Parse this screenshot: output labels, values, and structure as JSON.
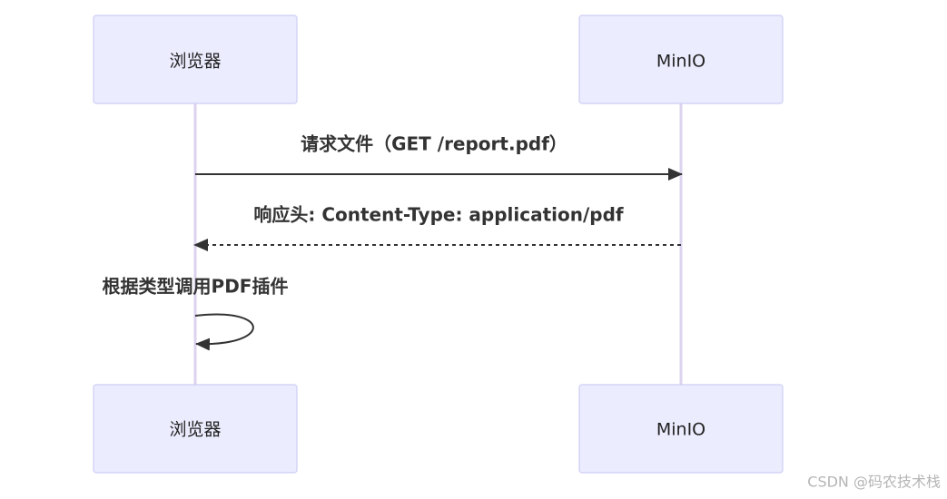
{
  "actors": {
    "browser": "浏览器",
    "minio": "MinIO"
  },
  "messages": {
    "request": "请求文件（GET /report.pdf）",
    "response": "响应头: Content-Type: application/pdf",
    "self_call": "根据类型调用PDF插件"
  },
  "watermark": "CSDN @码农技术栈",
  "colors": {
    "actor_fill": "#ececff",
    "actor_border": "#cdcdf5",
    "lifeline": "#dcd3ee",
    "message": "#333333"
  }
}
